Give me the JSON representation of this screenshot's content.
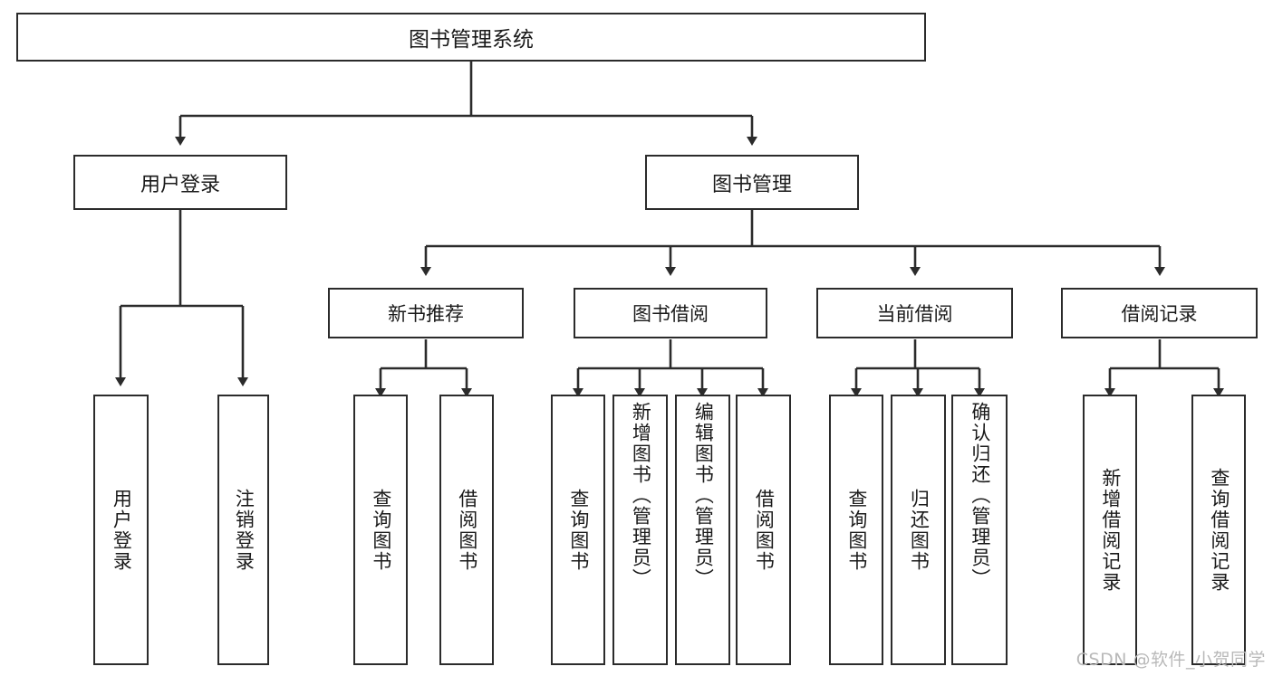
{
  "diagram": {
    "title": "图书管理系统",
    "type": "tree-hierarchy",
    "root": {
      "label": "图书管理系统"
    },
    "level2": [
      {
        "label": "用户登录"
      },
      {
        "label": "图书管理"
      }
    ],
    "level3": [
      {
        "label": "新书推荐"
      },
      {
        "label": "图书借阅"
      },
      {
        "label": "当前借阅"
      },
      {
        "label": "借阅记录"
      }
    ],
    "leaves": {
      "user_login": [
        {
          "label": "用户登录"
        },
        {
          "label": "注销登录"
        }
      ],
      "new_book_recommend": [
        {
          "label": "查询图书"
        },
        {
          "label": "借阅图书"
        }
      ],
      "book_borrow": [
        {
          "label": "查询图书"
        },
        {
          "label": "新增图书（管理员）"
        },
        {
          "label": "编辑图书（管理员）"
        },
        {
          "label": "借阅图书"
        }
      ],
      "current_borrow": [
        {
          "label": "查询图书"
        },
        {
          "label": "归还图书"
        },
        {
          "label": "确认归还（管理员）"
        }
      ],
      "borrow_record": [
        {
          "label": "新增借阅记录"
        },
        {
          "label": "查询借阅记录"
        }
      ]
    }
  },
  "watermark": {
    "text": "CSDN @软件_小贺同学"
  },
  "colors": {
    "box_border": "#2b2b2b",
    "box_fill": "#ffffff",
    "connector": "#2b2b2b",
    "text": "#1a1a1a",
    "watermark": "#b9b9b9",
    "background": "#ffffff"
  }
}
